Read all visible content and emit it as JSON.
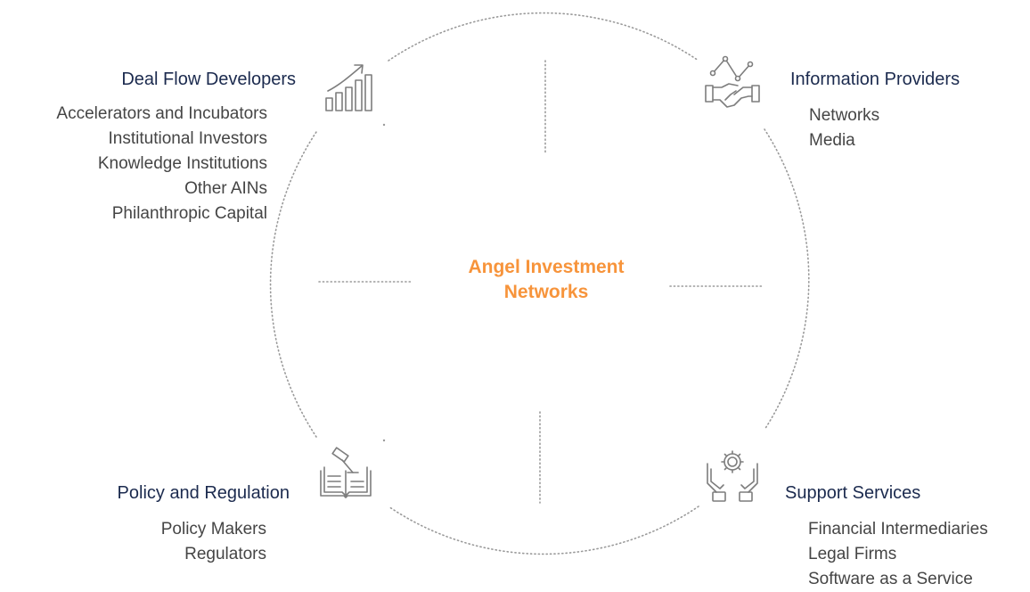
{
  "center": {
    "line1": "Angel Investment",
    "line2": "Networks"
  },
  "groups": {
    "deal_flow": {
      "title": "Deal Flow Developers",
      "icon": "growth-chart-icon",
      "items": [
        "Accelerators and Incubators",
        "Institutional Investors",
        "Knowledge Institutions",
        "Other AINs",
        "Philanthropic Capital"
      ]
    },
    "information": {
      "title": "Information Providers",
      "icon": "handshake-network-icon",
      "items": [
        "Networks",
        "Media"
      ]
    },
    "policy": {
      "title": "Policy and Regulation",
      "icon": "gavel-book-icon",
      "items": [
        "Policy Makers",
        "Regulators"
      ]
    },
    "support": {
      "title": "Support Services",
      "icon": "hands-gear-icon",
      "items": [
        "Financial Intermediaries",
        "Legal Firms",
        "Software as a Service"
      ]
    }
  },
  "colors": {
    "accent": "#f7943b",
    "heading": "#1b2a4e",
    "body_text": "#454545",
    "icon_stroke": "#7d7d7d",
    "dotted_line": "#9a9a9a"
  }
}
